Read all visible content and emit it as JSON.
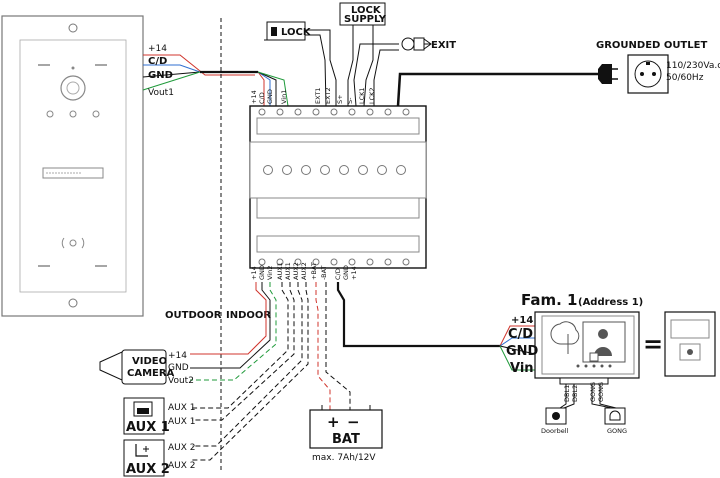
{
  "title_outlet": "GROUNDED OUTLET",
  "outlet_spec_1": "110/230Va.c.",
  "outlet_spec_2": "50/60Hz",
  "lock_label": "LOCK",
  "lock_supply_1": "LOCK",
  "lock_supply_2": "SUPPLY",
  "exit_label": "EXIT",
  "panel_wires": [
    "+14",
    "C/D",
    "GND",
    "Vout1"
  ],
  "unit_top_left_terms": [
    "+14",
    "C/D",
    "GND",
    "Vin1"
  ],
  "unit_top_right_terms": [
    "EXT1",
    "EXT2",
    "S+",
    "S-",
    "LCK1",
    "LCK2"
  ],
  "unit_bottom_terms": [
    "+14",
    "GND",
    "Vin2",
    "AUX1",
    "AUX1",
    "AUX2",
    "AUX2",
    "+BAT",
    "-BAT",
    "C/D",
    "GND",
    "+14"
  ],
  "outdoor_label": "OUTDOOR",
  "indoor_label": "INDOOR",
  "camera_label_1": "VIDEO",
  "camera_label_2": "CAMERA",
  "camera_wires": [
    "+14",
    "GND",
    "Vout2"
  ],
  "aux1_label": "AUX 1",
  "aux1_wires": [
    "AUX 1",
    "AUX 1"
  ],
  "aux2_label": "AUX 2",
  "aux2_wires": [
    "AUX 2",
    "AUX 2"
  ],
  "bat_plus": "+",
  "bat_minus": "−",
  "bat_label": "BAT",
  "bat_spec": "max. 7Ah/12V",
  "fam_title": "Fam. 1",
  "fam_address": "(Address 1)",
  "monitor_terms": [
    "+14",
    "C/D",
    "GND",
    "Vin"
  ],
  "monitor_bottom_terms": [
    "DBL1",
    "DBL2",
    "GONG",
    "GONG"
  ],
  "doorbell_label": "Doorbell",
  "gong_label": "GONG",
  "equals": "=",
  "colors": {
    "red": "#d0342c",
    "blue": "#2f6fd0",
    "green": "#1f9a3a",
    "black": "#111111"
  }
}
